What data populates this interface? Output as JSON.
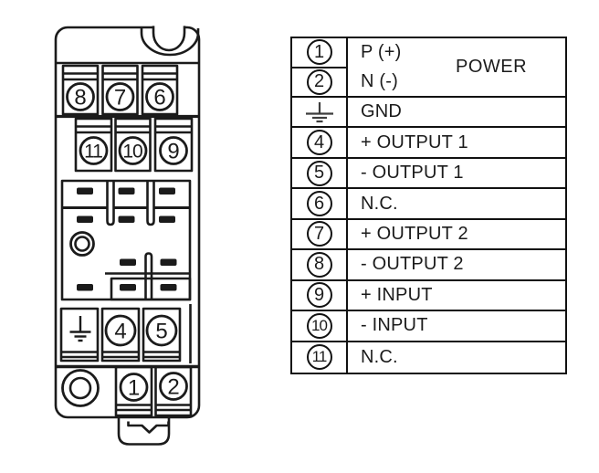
{
  "device": {
    "description": "11-pin terminal module front view",
    "top_row": [
      "8",
      "7",
      "6"
    ],
    "second_row": [
      "11",
      "10",
      "9"
    ],
    "mid_row": [
      "4",
      "5"
    ],
    "bottom_row": [
      "1",
      "2"
    ],
    "gnd_icon": "earth-ground-symbol"
  },
  "pin_table": {
    "power_group_label": "POWER",
    "rows": [
      {
        "pin": "1",
        "label": "P (+)"
      },
      {
        "pin": "2",
        "label": "N (-)"
      },
      {
        "pin": "GND",
        "label": "GND"
      },
      {
        "pin": "4",
        "label": "+ OUTPUT 1"
      },
      {
        "pin": "5",
        "label": "- OUTPUT 1"
      },
      {
        "pin": "6",
        "label": "N.C."
      },
      {
        "pin": "7",
        "label": "+ OUTPUT 2"
      },
      {
        "pin": "8",
        "label": "- OUTPUT 2"
      },
      {
        "pin": "9",
        "label": "+ INPUT"
      },
      {
        "pin": "10",
        "label": "- INPUT"
      },
      {
        "pin": "11",
        "label": "N.C."
      }
    ]
  },
  "colors": {
    "line": "#1b1b1b",
    "table_border": "#111111",
    "gnd_symbol": "#3d3d3d",
    "background": "#ffffff"
  }
}
